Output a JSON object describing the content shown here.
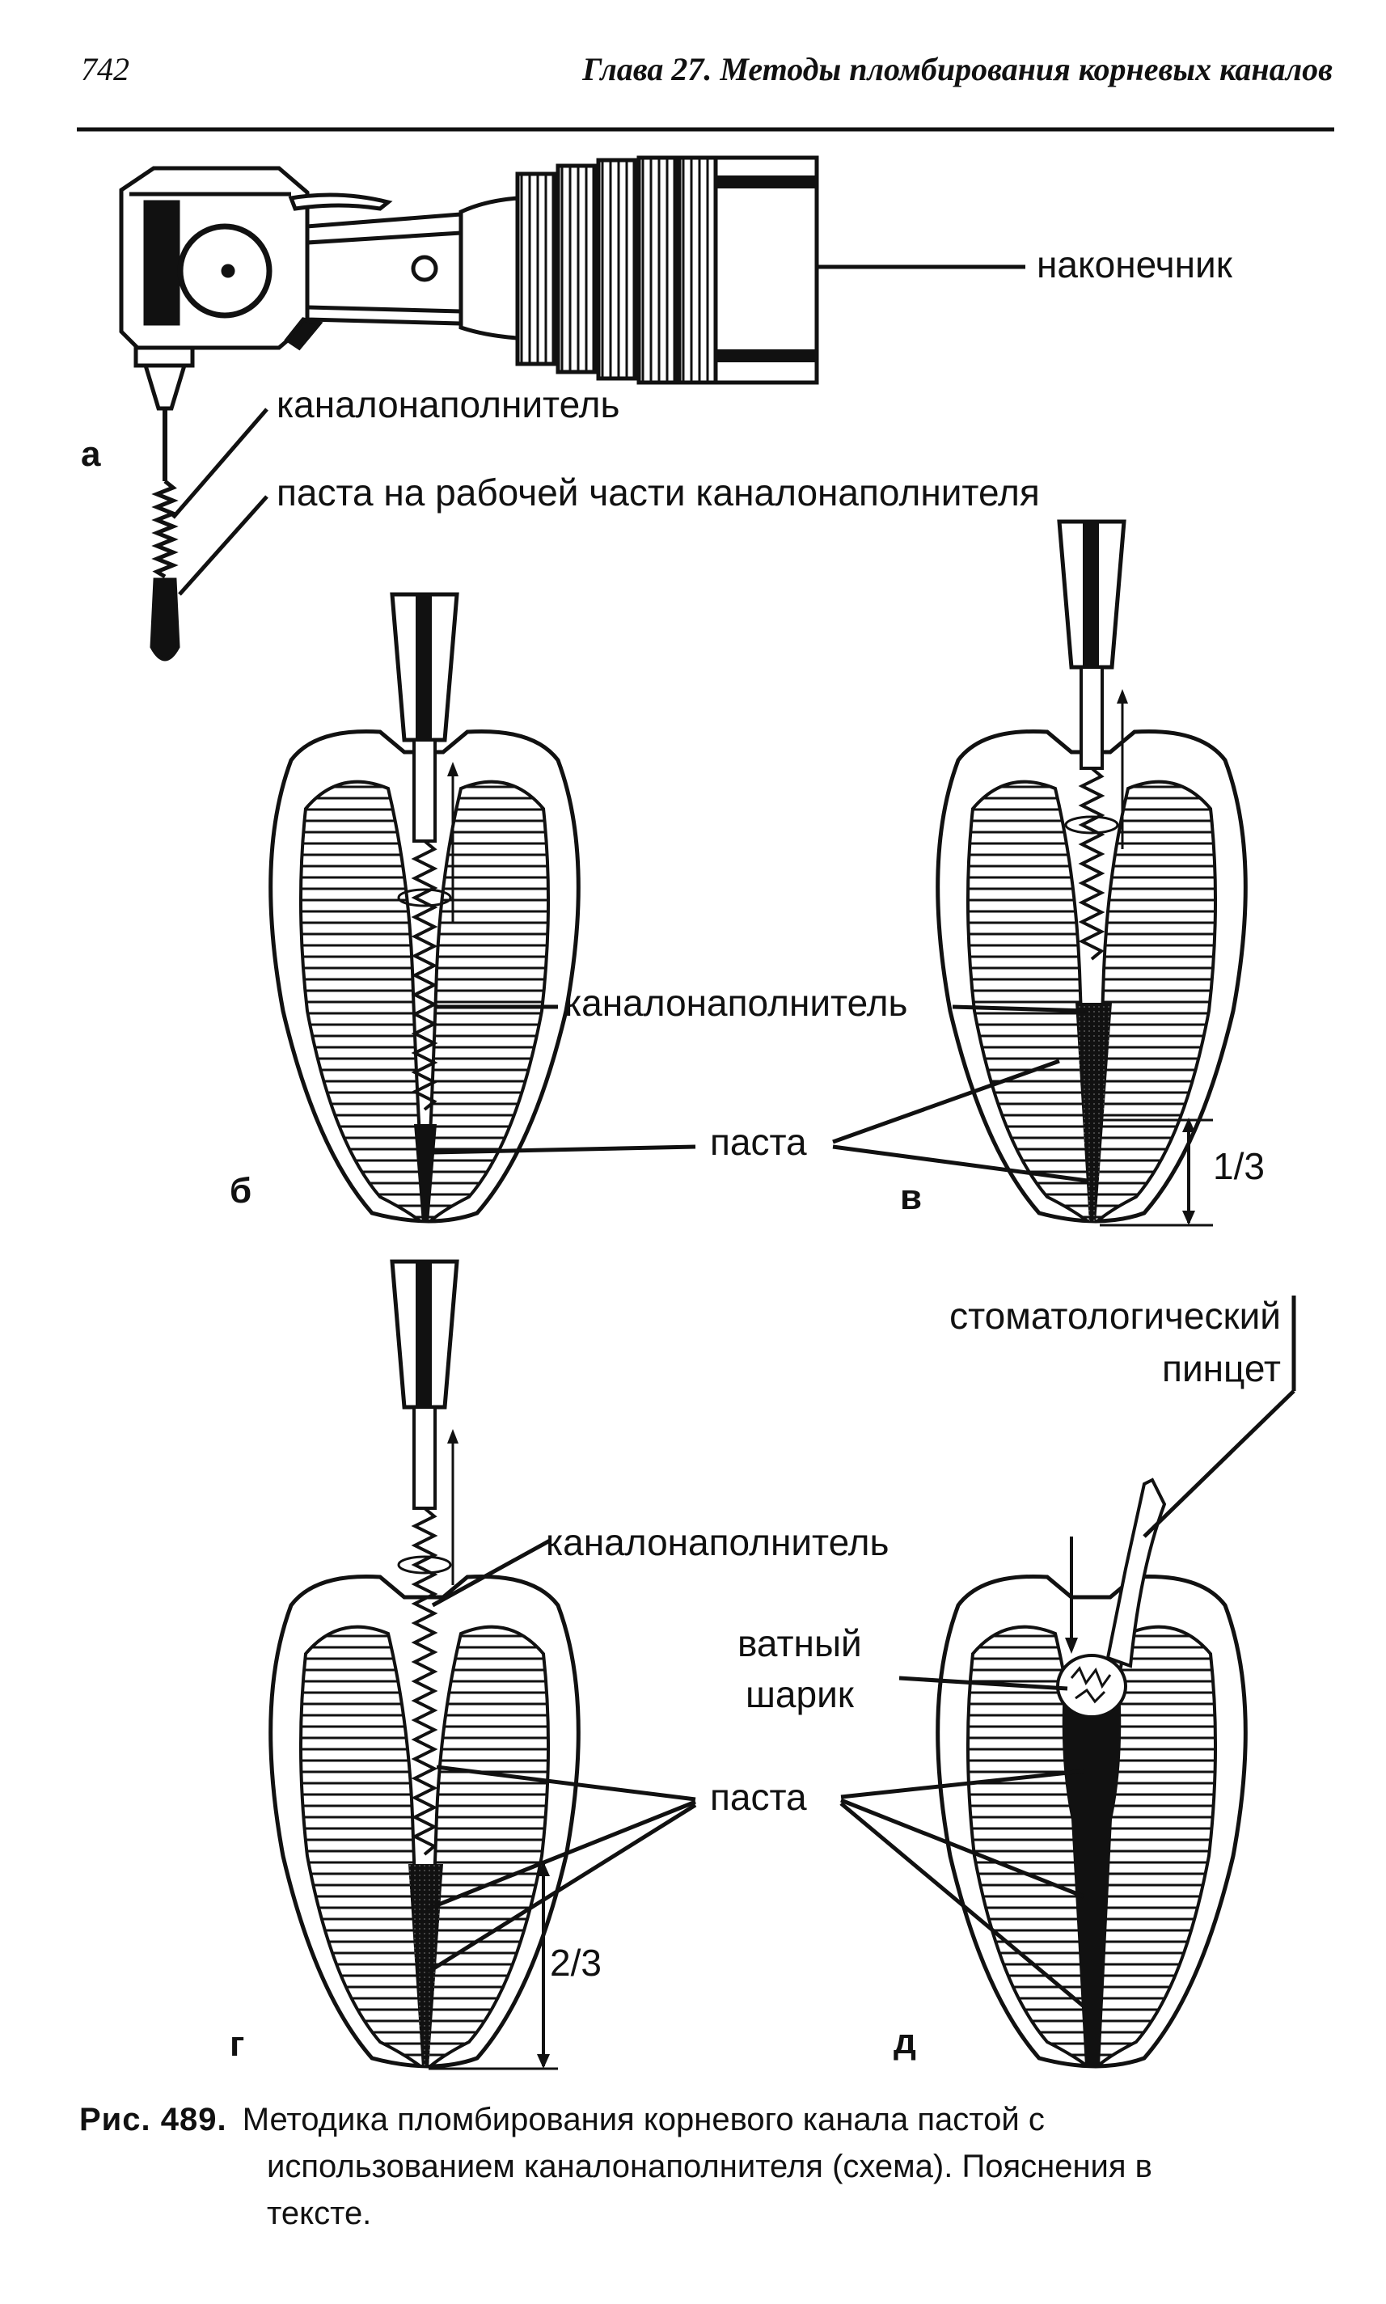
{
  "page": {
    "number": "742",
    "running_head": "Глава 27. Методы пломбирования корневых каналов"
  },
  "labels": {
    "handpiece": "наконечник",
    "filler_a": "каналонаполнитель",
    "paste_on_filler": "паста на рабочей части каналонаполнителя",
    "filler_b": "каналонаполнитель",
    "paste_bv": "паста",
    "one_third": "1/3",
    "tweezers_line1": "стоматологический",
    "tweezers_line2": "пинцет",
    "filler_g": "каналонаполнитель",
    "cotton_line1": "ватный",
    "cotton_line2": "шарик",
    "paste_gd": "паста",
    "two_thirds": "2/3"
  },
  "panels": {
    "a": "а",
    "b": "б",
    "v": "в",
    "g": "г",
    "d": "д"
  },
  "caption": {
    "figure_label": "Рис. 489.",
    "line1": "Методика пломбирования корневого канала пастой с",
    "line2": "использованием каналонаполнителя (схема). Пояснения в",
    "line3": "тексте."
  }
}
